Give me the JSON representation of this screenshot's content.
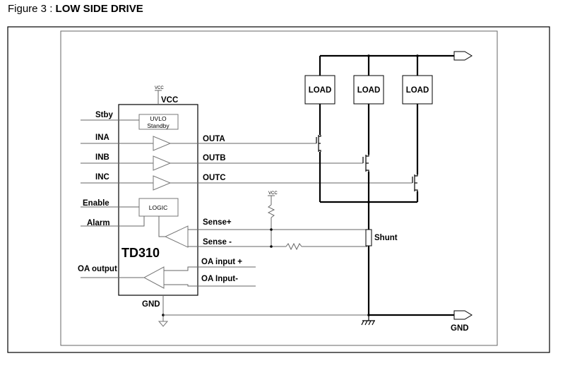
{
  "caption": {
    "prefix": "Figure 3 : ",
    "title": "LOW SIDE DRIVE"
  },
  "chip": {
    "name": "TD310",
    "vcc": "VCC",
    "vcc_small": "VCC",
    "gnd": "GND",
    "uvlo_line1": "UVLO",
    "uvlo_line2": "Standby",
    "logic": "LOGIC"
  },
  "inputs": {
    "stby": "Stby",
    "ina": "INA",
    "inb": "INB",
    "inc": "INC",
    "enable": "Enable",
    "alarm": "Alarm",
    "oa_output": "OA output"
  },
  "outputs": {
    "outa": "OUTA",
    "outb": "OUTB",
    "outc": "OUTC",
    "sense_plus": "Sense+",
    "sense_minus": "Sense -",
    "oa_input_plus": "OA input +",
    "oa_input_minus": "OA Input-"
  },
  "loads": [
    "LOAD",
    "LOAD",
    "LOAD"
  ],
  "shunt": "Shunt",
  "vcc_pullup": "VCC",
  "gnd_out": "GND"
}
